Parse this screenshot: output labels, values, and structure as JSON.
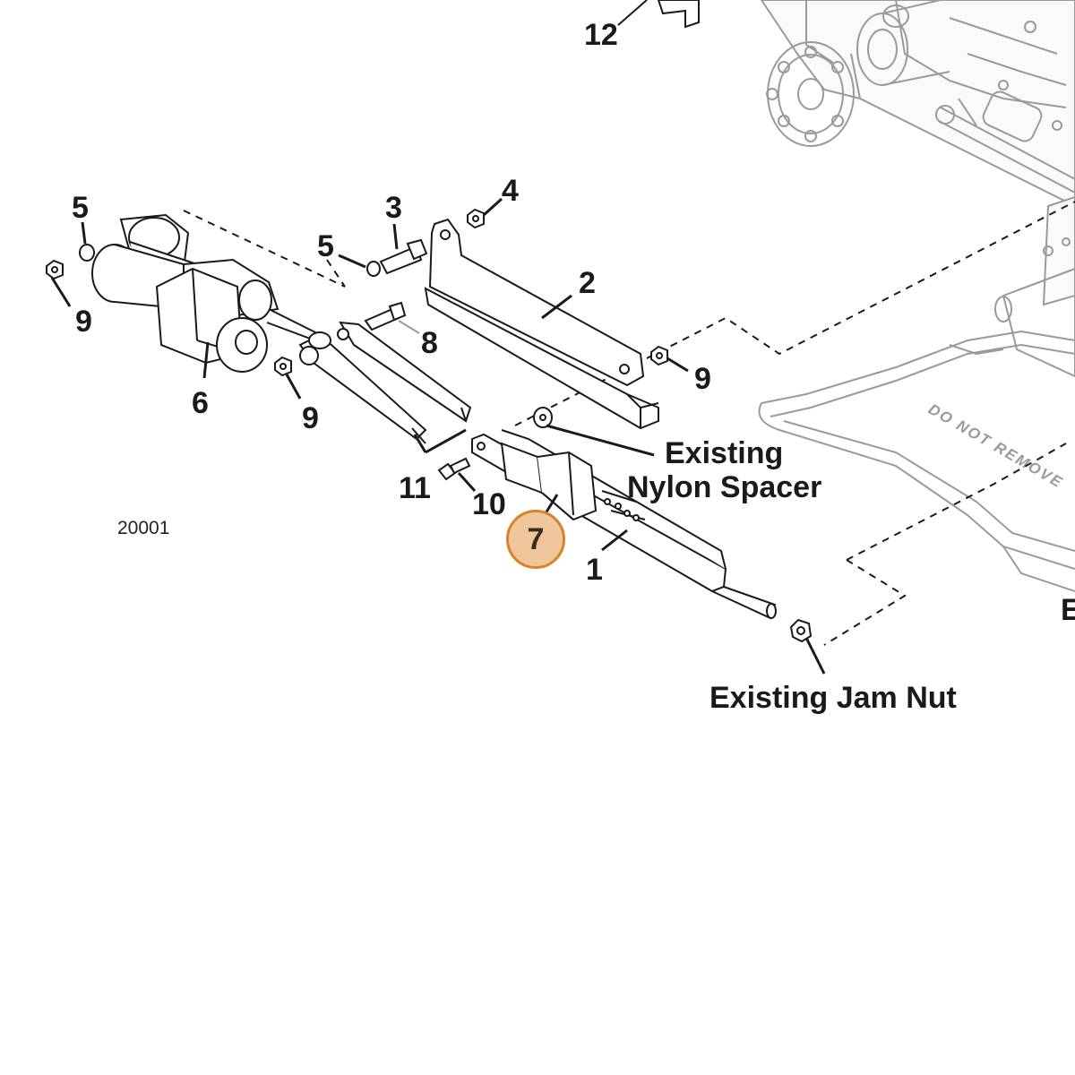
{
  "figure_id": "20001",
  "callouts": {
    "c12": "12",
    "c5a": "5",
    "c3": "3",
    "c4": "4",
    "c5b": "5",
    "c9a": "9",
    "c2": "2",
    "c8": "8",
    "c9b": "9",
    "c6": "6",
    "c9c": "9",
    "c11": "11",
    "c10": "10",
    "c7": "7",
    "c1": "1",
    "cE": "E"
  },
  "labels": {
    "nylon_spacer_line1": "Existing",
    "nylon_spacer_line2": "Nylon Spacer",
    "jam_nut": "Existing Jam Nut"
  },
  "decal_text": "DO NOT REMOVE",
  "colors": {
    "line": "#1a1a1a",
    "faded_line": "#9a9a9a",
    "highlight_fill": "#efc59c",
    "highlight_stroke": "#d9822b"
  }
}
